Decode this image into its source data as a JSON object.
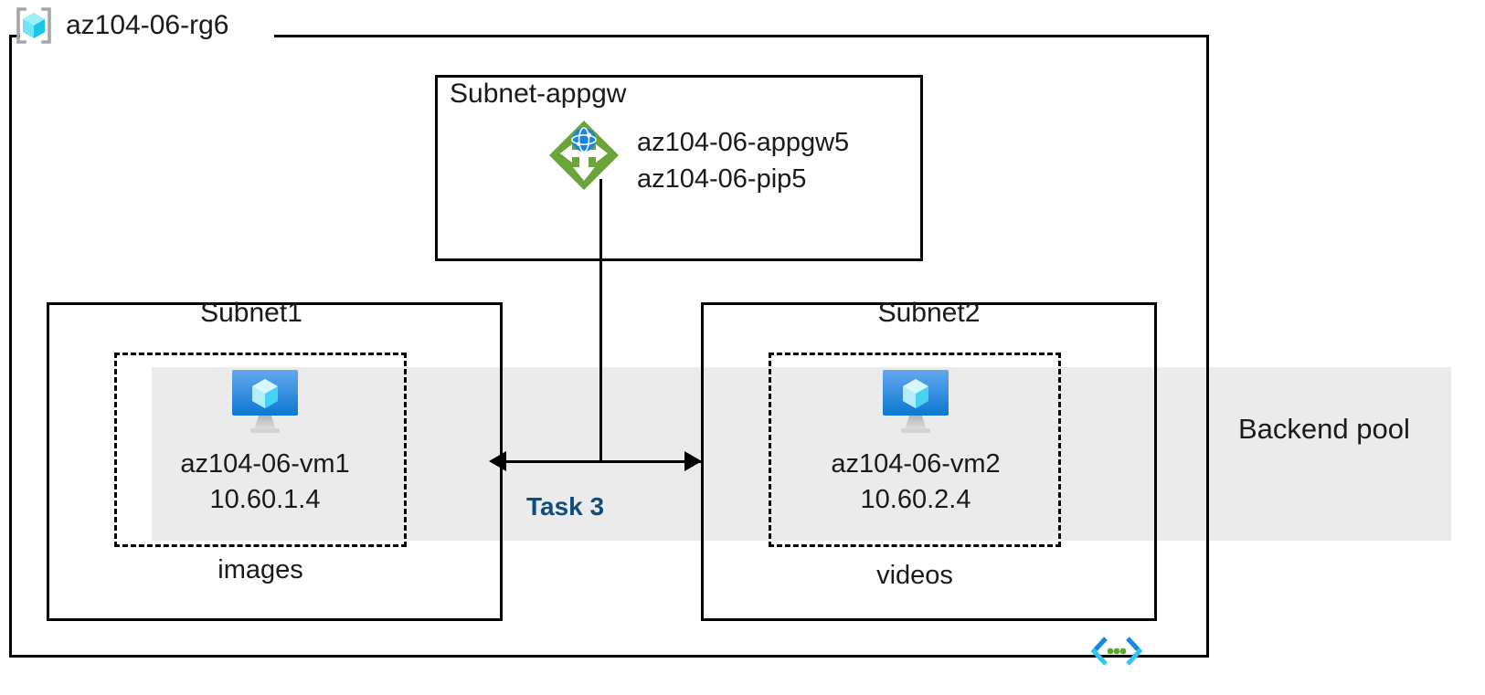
{
  "diagram": {
    "title": "Azure resource group network diagram",
    "colors": {
      "line": "#000000",
      "band": "#ebebeb",
      "task_accent": "#0e4d7d",
      "appgw_green": "#6ba43a",
      "appgw_globe_blue": "#1b84de",
      "vm_blue_top": "#5aa0ec",
      "vm_blue_bottom": "#0f7bd4",
      "vm_cube_cyan": "#9fe8fb",
      "rg_cube_cyan": "#59e0f7",
      "rg_bracket_gray": "#a6a6a6",
      "code_icon_blue": "#1b88e0",
      "code_icon_cyan": "#32c5f4",
      "code_icon_green": "#5aa832"
    }
  },
  "resource_group": {
    "name": "az104-06-rg6",
    "icon": "resource-group-cube-icon"
  },
  "subnets": [
    {
      "id": "appgw",
      "title": "Subnet-appgw",
      "node": {
        "icon": "application-gateway-icon",
        "labels": [
          "az104-06-appgw5",
          "az104-06-pip5"
        ]
      }
    },
    {
      "id": "subnet1",
      "title": "Subnet1",
      "caption": "images",
      "node": {
        "icon": "virtual-machine-icon",
        "name": "az104-06-vm1",
        "ip": "10.60.1.4"
      }
    },
    {
      "id": "subnet2",
      "title": "Subnet2",
      "caption": "videos",
      "node": {
        "icon": "virtual-machine-icon",
        "name": "az104-06-vm2",
        "ip": "10.60.2.4"
      }
    }
  ],
  "backend_pool": {
    "label": "Backend pool"
  },
  "annotations": {
    "task": "Task 3"
  },
  "footer": {
    "icon": "code-brackets-icon"
  }
}
